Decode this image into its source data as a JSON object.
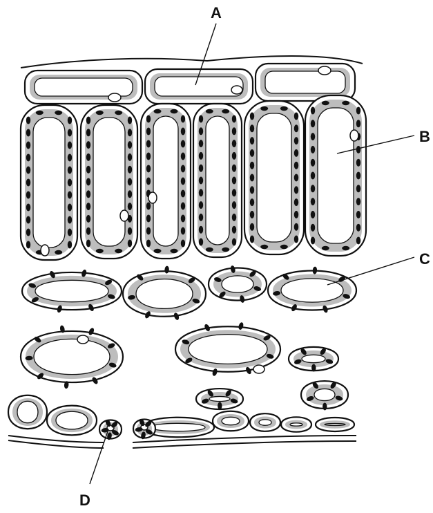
{
  "labels": {
    "a": "A",
    "b": "B",
    "c": "C",
    "d": "D"
  },
  "colors": {
    "outline": "#111111",
    "cytoplasm": "#bdbdbd",
    "background": "#ffffff"
  }
}
